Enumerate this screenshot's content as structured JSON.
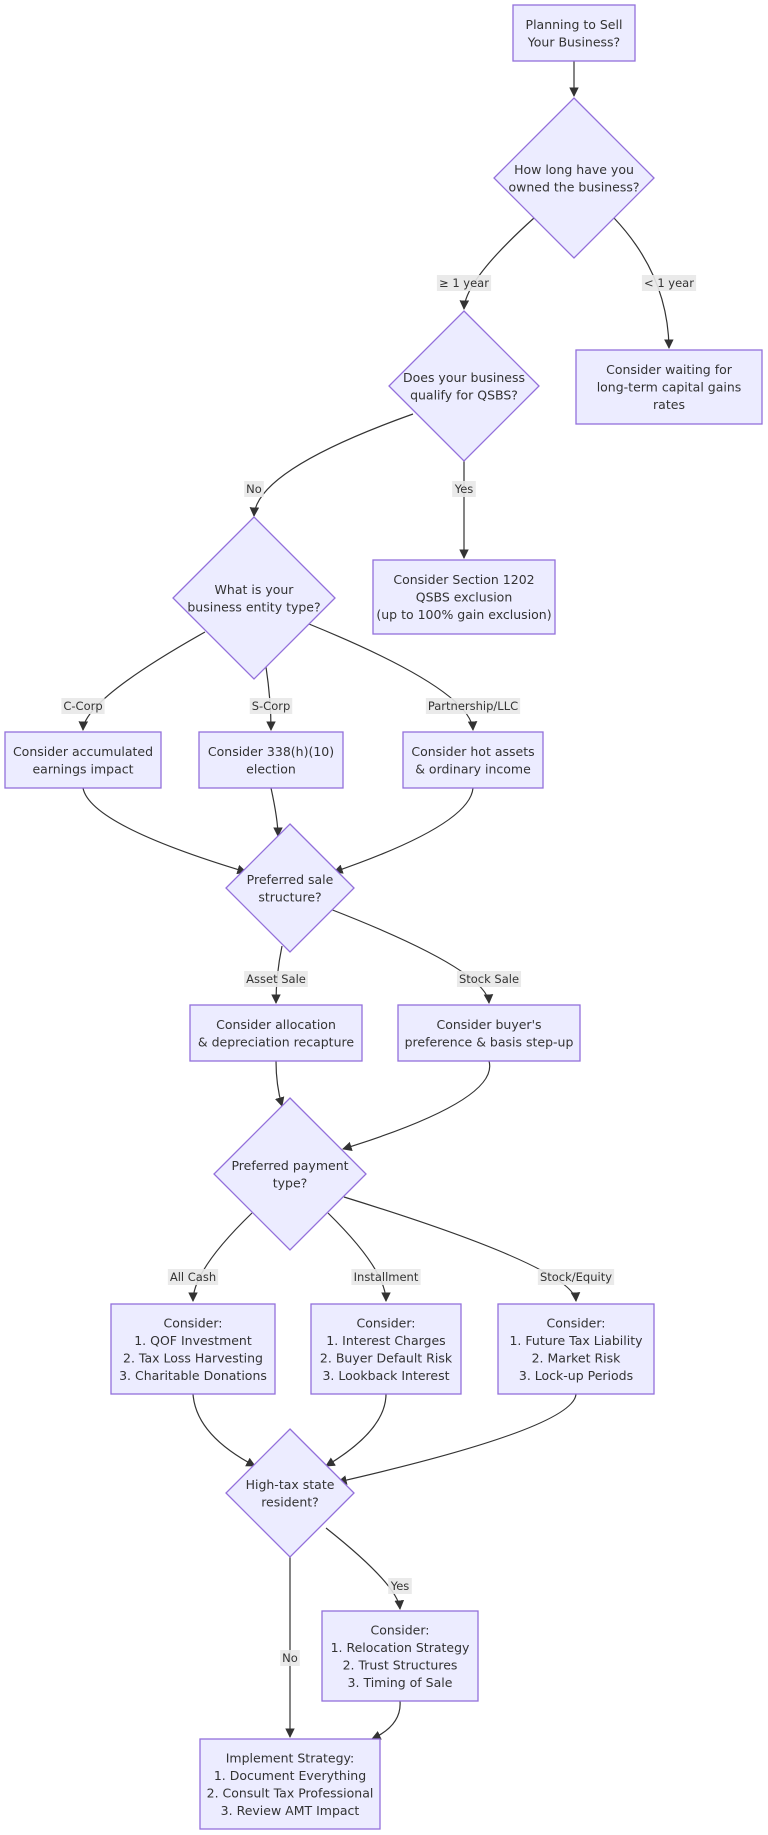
{
  "nodes": {
    "start": [
      "Planning to Sell",
      "Your Business?"
    ],
    "ownership_duration": [
      "How long have you",
      "owned the business?"
    ],
    "wait_long_term": [
      "Consider waiting for",
      "long-term capital gains",
      "rates"
    ],
    "qsbs_question": [
      "Does your business",
      "qualify for QSBS?"
    ],
    "section_1202": [
      "Consider Section 1202",
      "QSBS exclusion",
      "(up to 100% gain exclusion)"
    ],
    "entity_type": [
      "What is your",
      "business entity type?"
    ],
    "c_corp": [
      "Consider accumulated",
      "earnings impact"
    ],
    "s_corp": [
      "Consider 338(h)(10)",
      "election"
    ],
    "partnership": [
      "Consider hot assets",
      "& ordinary income"
    ],
    "sale_structure": [
      "Preferred sale",
      "structure?"
    ],
    "asset_sale": [
      "Consider allocation",
      "& depreciation recapture"
    ],
    "stock_sale": [
      "Consider buyer's",
      "preference & basis step-up"
    ],
    "payment_type": [
      "Preferred payment",
      "type?"
    ],
    "all_cash": [
      "Consider:",
      "1. QOF Investment",
      "2. Tax Loss Harvesting",
      "3. Charitable Donations"
    ],
    "installment": [
      "Consider:",
      "1. Interest Charges",
      "2. Buyer Default Risk",
      "3. Lookback Interest"
    ],
    "stock_equity": [
      "Consider:",
      "1. Future Tax Liability",
      "2. Market Risk",
      "3. Lock-up Periods"
    ],
    "high_tax_state": [
      "High-tax state",
      "resident?"
    ],
    "relocation": [
      "Consider:",
      "1. Relocation Strategy",
      "2. Trust Structures",
      "3. Timing of Sale"
    ],
    "implement": [
      "Implement Strategy:",
      "1. Document Everything",
      "2. Consult Tax Professional",
      "3. Review AMT Impact"
    ]
  },
  "edge_labels": {
    "ge_1_year": "≥ 1 year",
    "lt_1_year": "< 1 year",
    "qsbs_no": "No",
    "qsbs_yes": "Yes",
    "c_corp": "C-Corp",
    "s_corp": "S-Corp",
    "partnership_llc": "Partnership/LLC",
    "asset_sale": "Asset Sale",
    "stock_sale": "Stock Sale",
    "all_cash": "All Cash",
    "installment": "Installment",
    "stock_equity": "Stock/Equity",
    "state_yes": "Yes",
    "state_no": "No"
  },
  "colors": {
    "node_fill": "#ECECFF",
    "node_stroke": "#9370DB",
    "edge": "#333333",
    "label_background": "#e8e8e8"
  }
}
